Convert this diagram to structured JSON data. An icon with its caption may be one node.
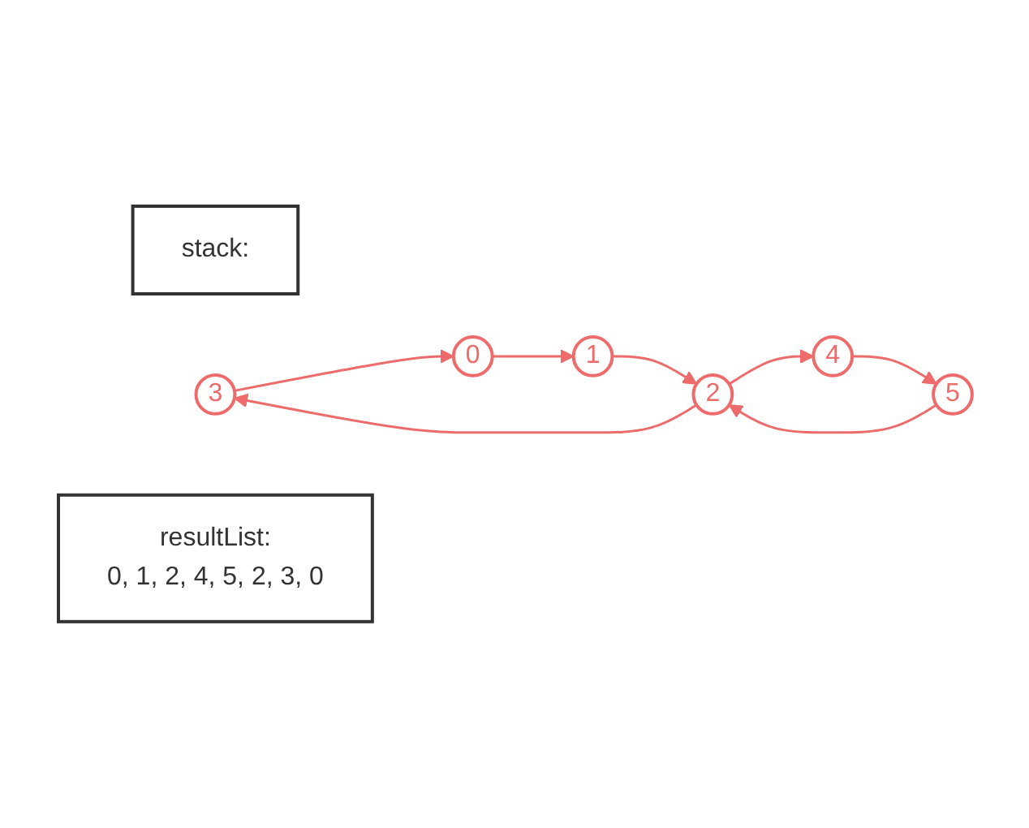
{
  "diagram": {
    "nodes": [
      {
        "text": [
          "stack:"
        ]
      },
      {
        "text": [
          "3"
        ]
      },
      {
        "text": [
          "0"
        ]
      },
      {
        "text": [
          "4"
        ]
      },
      {
        "text": [
          "5"
        ]
      },
      {
        "text": [
          "2"
        ]
      },
      {
        "text": [
          "1"
        ]
      },
      {
        "text": [
          "resultList:",
          "0, 1, 2, 4, 5, 2, 3, 0"
        ]
      }
    ],
    "edges": [
      {
        "from": 2,
        "to": 6,
        "arrow": "to"
      },
      {
        "from": 6,
        "to": 5,
        "arrow": "to"
      },
      {
        "from": 5,
        "to": 3,
        "arrow": "to"
      },
      {
        "from": 3,
        "to": 4,
        "arrow": "to"
      },
      {
        "from": 4,
        "to": 5,
        "arrow": "to"
      },
      {
        "from": 5,
        "to": 1,
        "arrow": "to"
      },
      {
        "from": 1,
        "to": 2,
        "arrow": "to"
      }
    ]
  }
}
